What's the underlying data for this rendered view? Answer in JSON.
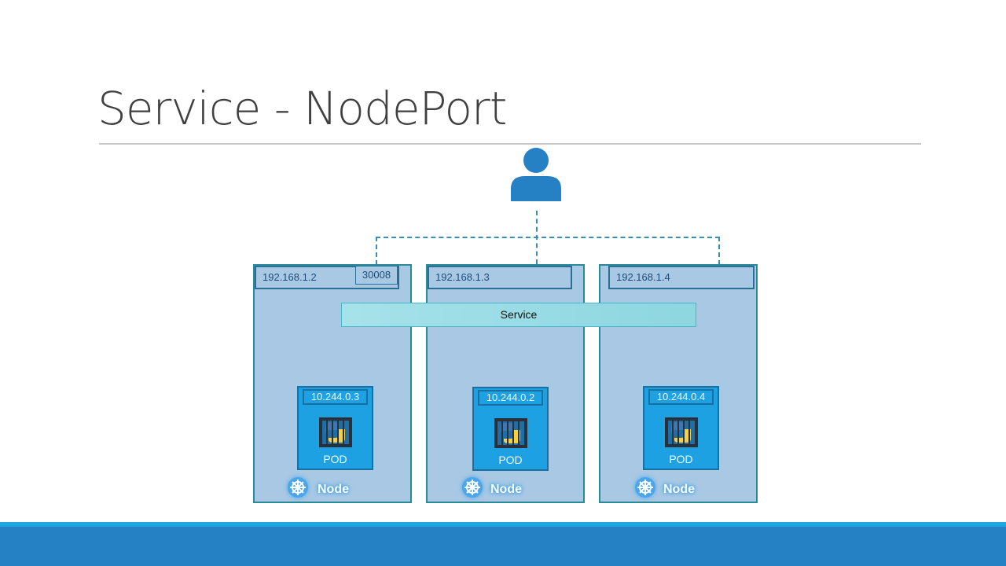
{
  "slide": {
    "title": "Service - NodePort",
    "colors": {
      "accent": "#2580c4",
      "accent_light": "#1fa8e0",
      "node_fill": "#a8c8e4",
      "node_border": "#2a8a9a",
      "pod_fill": "#1da1e2",
      "service_fill": "#a6e2ea"
    }
  },
  "user": {
    "icon": "user-icon"
  },
  "service": {
    "label": "Service",
    "node_port": "30008"
  },
  "nodes": [
    {
      "ip": "192.168.1.2",
      "label": "Node",
      "icon": "kubernetes-helm-icon",
      "pod": {
        "ip": "10.244.0.3",
        "label": "POD",
        "icon": "python-container-icon"
      }
    },
    {
      "ip": "192.168.1.3",
      "label": "Node",
      "icon": "kubernetes-helm-icon",
      "pod": {
        "ip": "10.244.0.2",
        "label": "POD",
        "icon": "python-container-icon"
      }
    },
    {
      "ip": "192.168.1.4",
      "label": "Node",
      "icon": "kubernetes-helm-icon",
      "pod": {
        "ip": "10.244.0.4",
        "label": "POD",
        "icon": "python-container-icon"
      }
    }
  ]
}
